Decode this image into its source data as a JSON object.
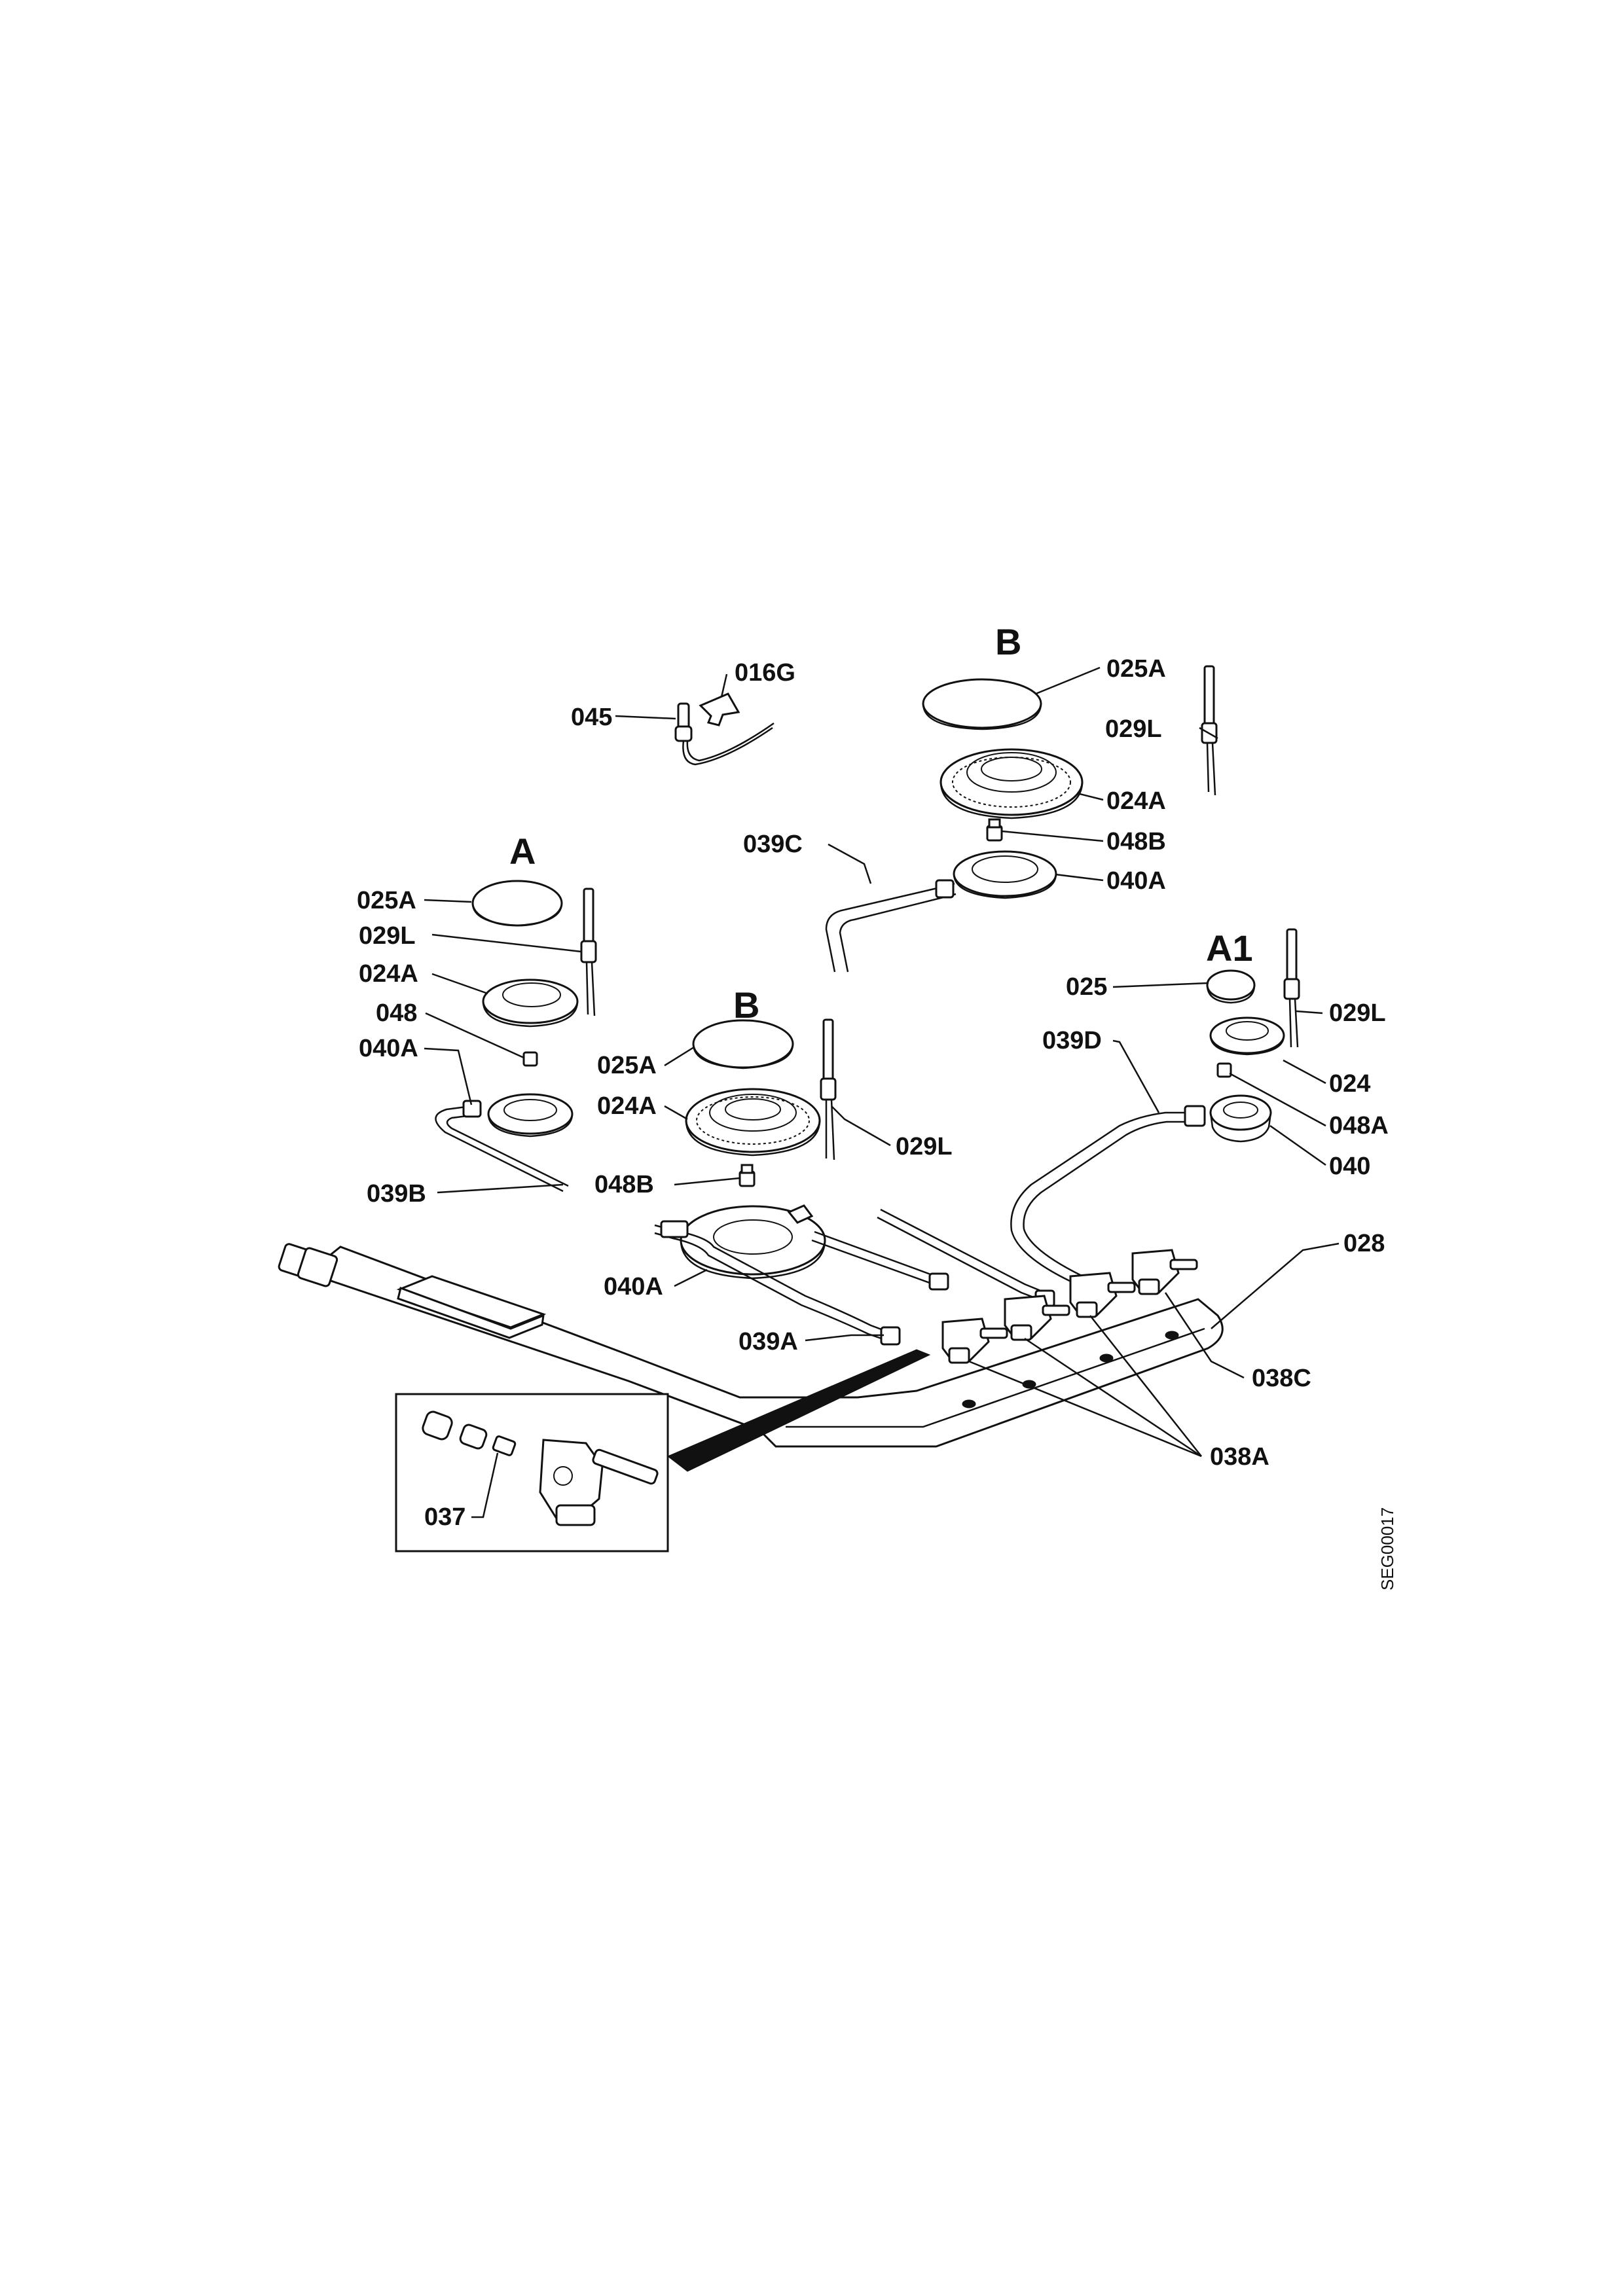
{
  "diagram": {
    "drawing_code": "SEG00017",
    "groups": {
      "a": "A",
      "b_top": "B",
      "b_mid": "B",
      "a1": "A1"
    },
    "labels": {
      "l016g": "016G",
      "l045": "045",
      "l025a_b": "025A",
      "l029l_b": "029L",
      "l024a_b": "024A",
      "l048b_b": "048B",
      "l039c": "039C",
      "l040a_b": "040A",
      "l025a_a": "025A",
      "l029l_a": "029L",
      "l024a_a": "024A",
      "l048": "048",
      "l040a_a": "040A",
      "l039b": "039B",
      "l025a_m": "025A",
      "l024a_m": "024A",
      "l029l_m": "029L",
      "l048b_m": "048B",
      "l040a_m": "040A",
      "l039a": "039A",
      "l025": "025",
      "l029l_a1": "029L",
      "l039d": "039D",
      "l024": "024",
      "l048a": "048A",
      "l040": "040",
      "l028": "028",
      "l038c": "038C",
      "l038a": "038A",
      "l037": "037"
    }
  }
}
